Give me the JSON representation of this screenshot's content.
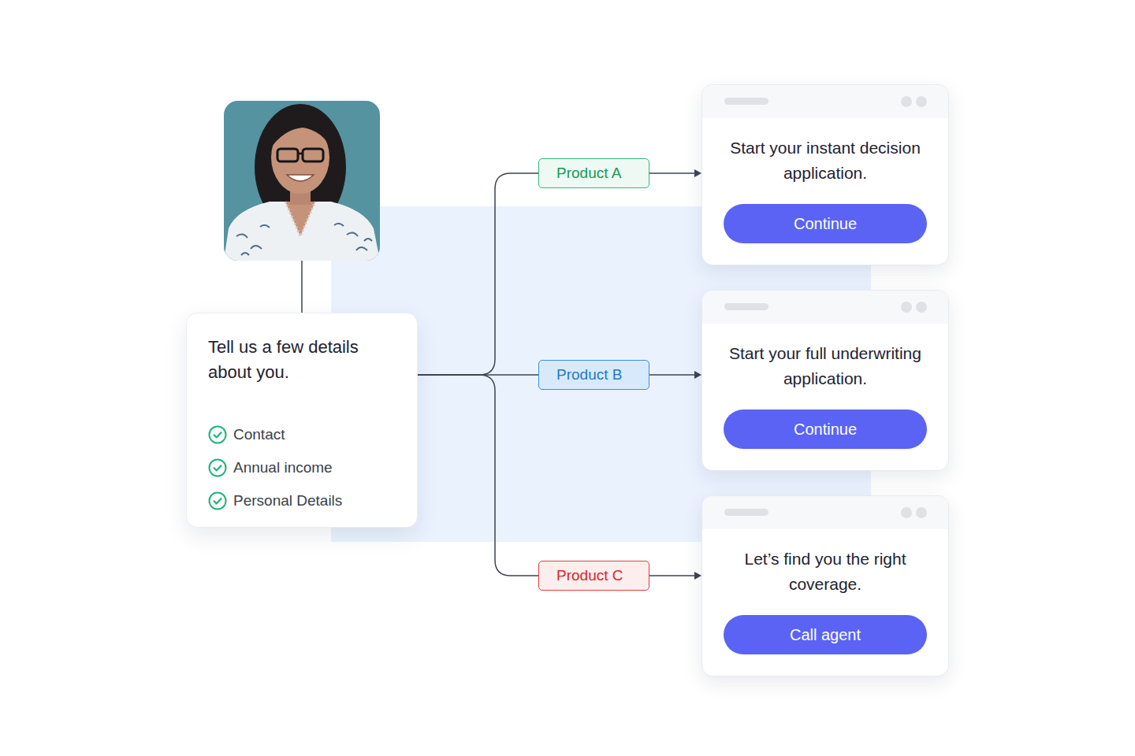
{
  "diagram": {
    "nodes": [
      {
        "text": [
          "Tell us a few details about you.",
          "Contact",
          "Annual income",
          "Personal Details"
        ]
      },
      {
        "text": [
          "Product A"
        ]
      },
      {
        "text": [
          "Start your instant decision application."
        ]
      },
      {
        "text": [
          "Continue"
        ],
        "in": 2
      },
      {
        "text": [
          "Product B"
        ]
      },
      {
        "text": [
          "Start your full underwriting application."
        ]
      },
      {
        "text": [
          "Continue"
        ],
        "in": 5
      },
      {
        "text": [
          "Product C"
        ]
      },
      {
        "text": [
          "Let’s find you the right coverage."
        ]
      },
      {
        "text": [
          "Call agent"
        ],
        "in": 8
      }
    ],
    "edges": [
      {
        "from": 0,
        "to": 1,
        "arrow": "none"
      },
      {
        "from": 0,
        "to": 4,
        "arrow": "none"
      },
      {
        "from": 0,
        "to": 7,
        "arrow": "none"
      },
      {
        "from": 1,
        "to": 2,
        "arrow": "to"
      },
      {
        "from": 4,
        "to": 5,
        "arrow": "to"
      },
      {
        "from": 7,
        "to": 8,
        "arrow": "to"
      }
    ]
  }
}
